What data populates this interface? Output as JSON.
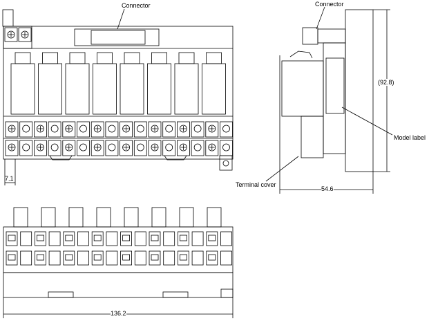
{
  "labels": {
    "connector_top": "Connector",
    "connector_side": "Connector",
    "height_dim": "(92.8)",
    "model_label": "Model label",
    "terminal_cover": "Terminal cover",
    "depth_dim": "54.6",
    "pitch_dim": "7.1",
    "width_dim": "136.2"
  },
  "counts": {
    "relays": 8,
    "terminal_columns": 16
  }
}
